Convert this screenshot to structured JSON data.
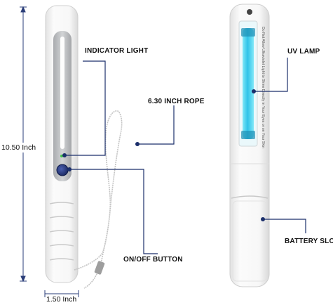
{
  "dimensions": {
    "height": "10.50 Inch",
    "width": "1.50 Inch"
  },
  "callouts": {
    "indicator_light": "INDICATOR LIGHT",
    "rope": "6.30 INCH ROPE",
    "on_off_button": "ON/OFF BUTTON",
    "uv_lamp": "UV LAMP",
    "battery_slot": "BATTERY SLOT"
  },
  "warning_text": "Do Not Allow Ultraviolet Light to Shine Directly in Your Eyes or on Your Skin",
  "colors": {
    "callout_line": "#1b2f6b",
    "uv_glow": "#38d0f0",
    "button": "#22357a",
    "indicator": "#3fc24a",
    "body": "#f4f4f4",
    "panel": "#c7c9cb"
  },
  "icons": {
    "dimension_arrow": "arrow-icon",
    "callout_dot": "dot-icon"
  }
}
